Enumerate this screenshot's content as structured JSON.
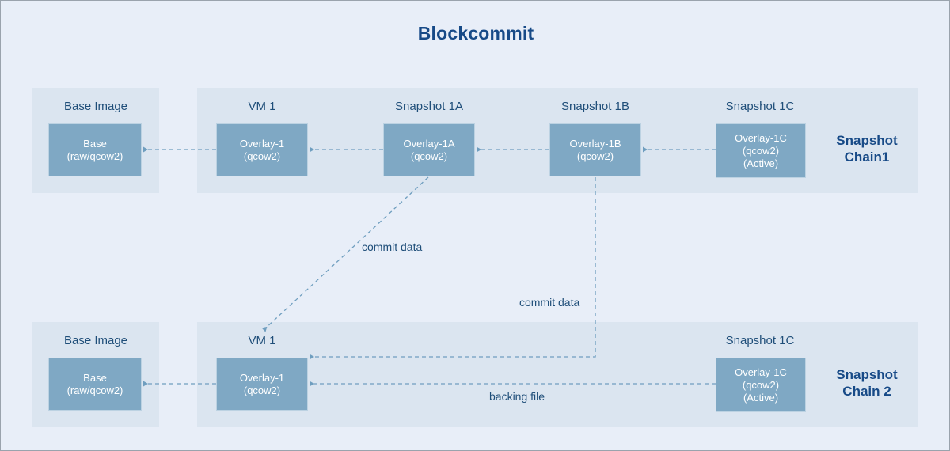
{
  "title": "Blockcommit",
  "colors": {
    "page_background": "#e8eef8",
    "panel_background": "#dbe5f0",
    "node_fill": "#7fa8c4",
    "node_border": "#bcd2e2",
    "title_text": "#174a87",
    "caption_text": "#1f4e79",
    "node_text": "#ffffff",
    "wire": "#6f9ebf"
  },
  "chains": [
    {
      "id": "chain1",
      "label_lines": [
        "Snapshot",
        "Chain1"
      ],
      "nodes": [
        {
          "caption": "Base Image",
          "lines": [
            "Base",
            "(raw/qcow2)"
          ]
        },
        {
          "caption": "VM 1",
          "lines": [
            "Overlay-1",
            "(qcow2)"
          ]
        },
        {
          "caption": "Snapshot 1A",
          "lines": [
            "Overlay-1A",
            "(qcow2)"
          ]
        },
        {
          "caption": "Snapshot 1B",
          "lines": [
            "Overlay-1B",
            "(qcow2)"
          ]
        },
        {
          "caption": "Snapshot 1C",
          "lines": [
            "Overlay-1C",
            "(qcow2)",
            "(Active)"
          ]
        }
      ]
    },
    {
      "id": "chain2",
      "label_lines": [
        "Snapshot",
        "Chain 2"
      ],
      "nodes": [
        {
          "caption": "Base Image",
          "lines": [
            "Base",
            "(raw/qcow2)"
          ]
        },
        {
          "caption": "VM 1",
          "lines": [
            "Overlay-1",
            "(qcow2)"
          ]
        },
        {
          "caption": "Snapshot 1C",
          "lines": [
            "Overlay-1C",
            "(qcow2)",
            "(Active)"
          ]
        }
      ]
    }
  ],
  "edge_labels": {
    "commit_data_upper": "commit data",
    "commit_data_lower": "commit data",
    "backing_file": "backing file"
  }
}
